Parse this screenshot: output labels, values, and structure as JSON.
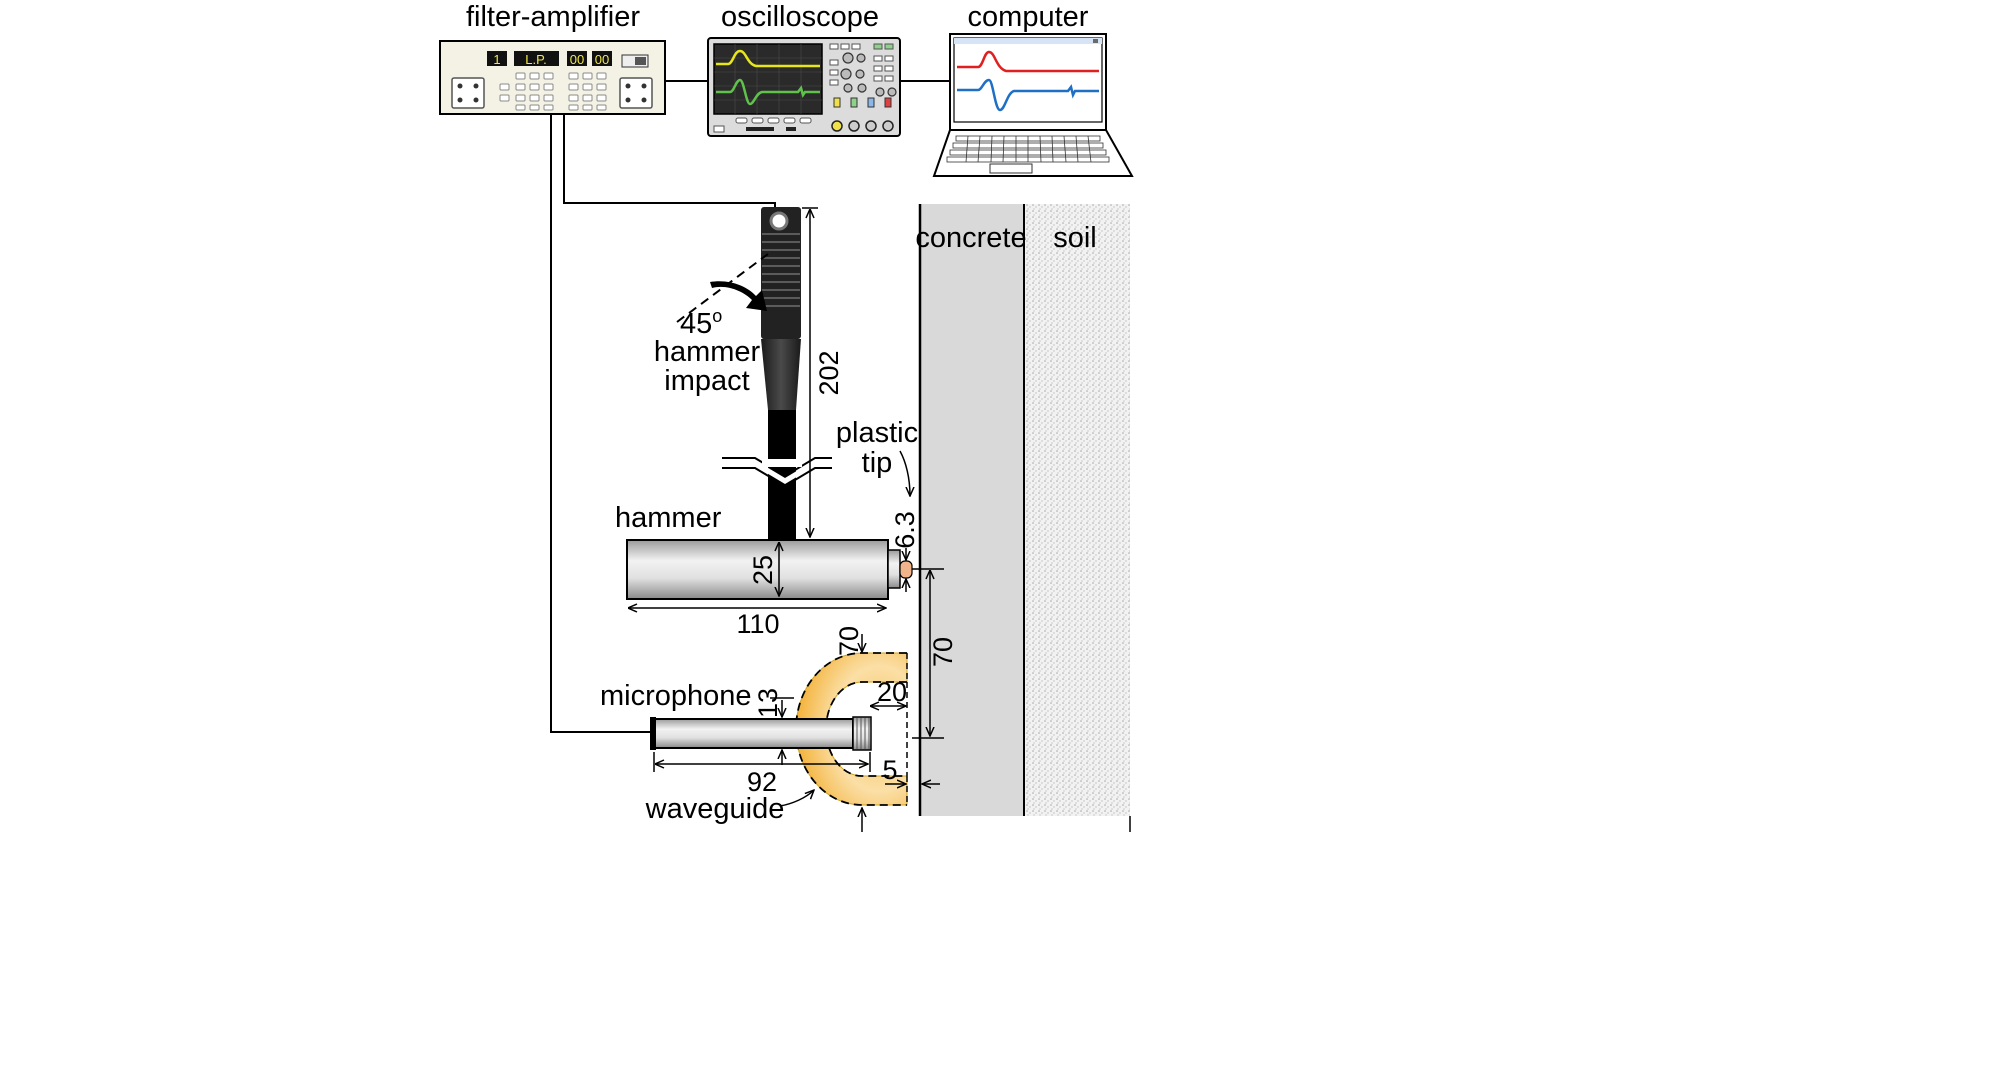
{
  "labels": {
    "filter_amplifier": "filter-amplifier",
    "oscilloscope": "oscilloscope",
    "computer": "computer",
    "concrete": "concrete",
    "soil": "soil",
    "angle": "45",
    "angle_sup": "o",
    "hammer_impact_1": "hammer",
    "hammer_impact_2": "impact",
    "plastic_tip_1": "plastic",
    "plastic_tip_2": "tip",
    "hammer": "hammer",
    "microphone": "microphone",
    "waveguide": "waveguide"
  },
  "amplifier_display": {
    "channel": "1",
    "mode": "L.P.",
    "value_a": "00",
    "value_b": "00"
  },
  "dimensions": {
    "handle_length": "202",
    "tip_size": "6.3",
    "hammer_diameter": "25",
    "hammer_length": "110",
    "waveguide_top": "70",
    "wall_offset": "70",
    "waveguide_depth": "20",
    "mic_diameter": "13",
    "mic_length": "92",
    "waveguide_gap": "5"
  },
  "colors": {
    "scope_trace_top": "#e6e619",
    "scope_trace_bottom": "#5fc24a",
    "computer_trace_top": "#e02020",
    "computer_trace_bottom": "#1f6fc4",
    "waveguide_fill": "#f3b23a",
    "concrete_fill": "#d9d9d9",
    "plastic_tip": "#f0b58a"
  }
}
